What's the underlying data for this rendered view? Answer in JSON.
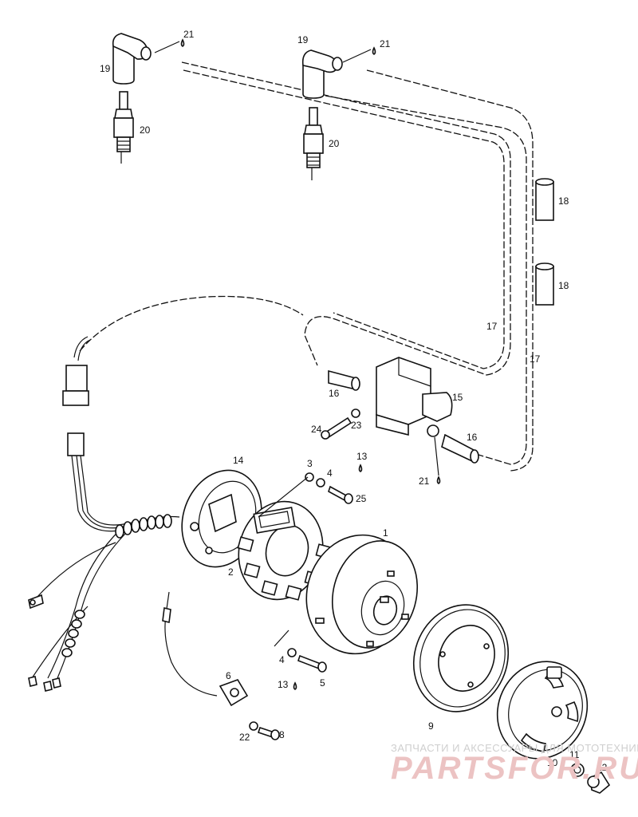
{
  "watermark": {
    "line1": "ЗАПЧАСТИ И АКСЕССУАРЫ ДЛЯ МОТОТЕХНИКИ",
    "brand": "PARTSFOR.RU"
  },
  "callouts": {
    "c1": "1",
    "c2": "2",
    "c3": "3",
    "c4a": "4",
    "c4b": "4",
    "c5": "5",
    "c6": "6",
    "c8": "8",
    "c9": "9",
    "c10": "10",
    "c11": "11",
    "c12": "12",
    "c13a": "13",
    "c13b": "13",
    "c14": "14",
    "c15": "15",
    "c16a": "16",
    "c16b": "16",
    "c17a": "17",
    "c17b": "17",
    "c18a": "18",
    "c18b": "18",
    "c19a": "19",
    "c19b": "19",
    "c20a": "20",
    "c20b": "20",
    "c21a": "21",
    "c21b": "21",
    "c21c": "21",
    "c22": "22",
    "c23": "23",
    "c24": "24",
    "c25": "25"
  }
}
